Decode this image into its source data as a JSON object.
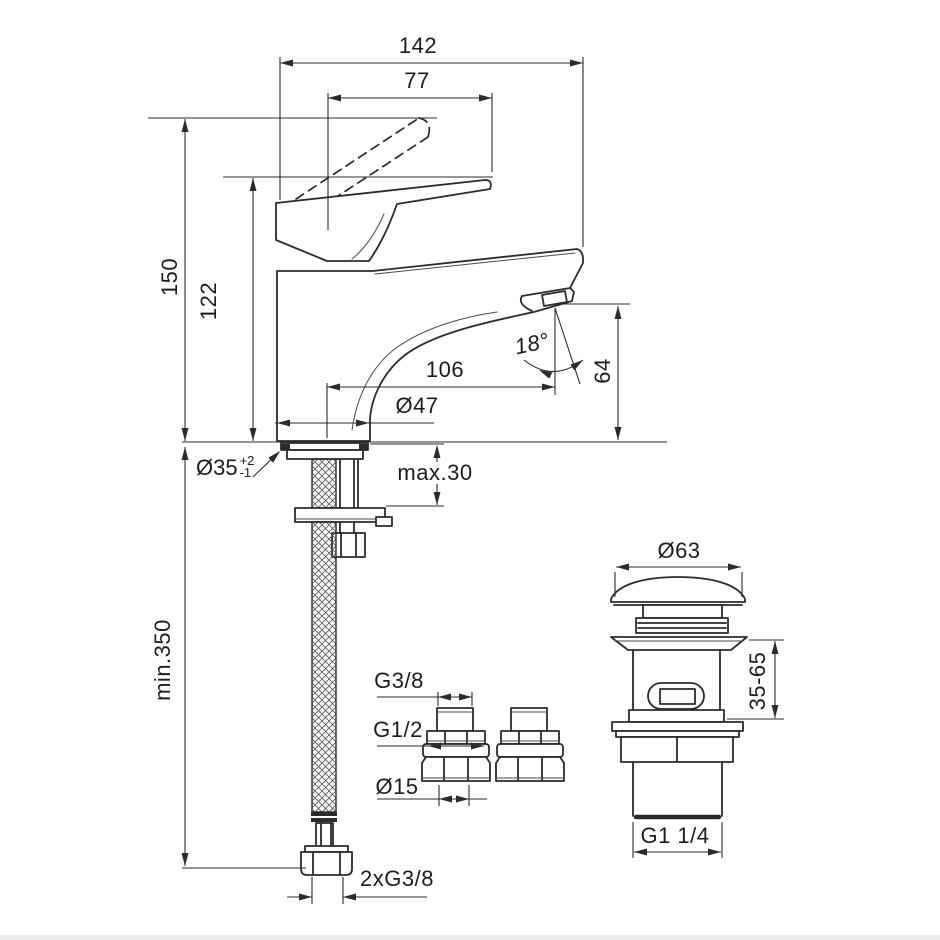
{
  "drawing": {
    "title": "basin mixer technical drawing",
    "views": [
      "faucet front view with supply hose",
      "pop-up waste side view",
      "compression adapter fittings"
    ]
  },
  "dims": {
    "total_width": "142",
    "handle_length": "77",
    "total_height": "150",
    "body_height": "122",
    "spout_reach": "106",
    "base_diameter": "Ø47",
    "jet_angle": "18°",
    "outlet_height": "64",
    "hole_diameter_value": "Ø35",
    "hole_tol_plus": "+2",
    "hole_tol_minus": "-1",
    "max_deck_thickness": "max.30",
    "min_hose_length": "min.350",
    "supply_thread": "2xG3/8",
    "waste_cap_diameter": "Ø63",
    "waste_clamp_range": "35-65",
    "waste_outlet_thread": "G1 1/4",
    "adapter_thread_small": "G3/8",
    "adapter_thread_large": "G1/2",
    "adapter_pipe_diameter": "Ø15"
  }
}
